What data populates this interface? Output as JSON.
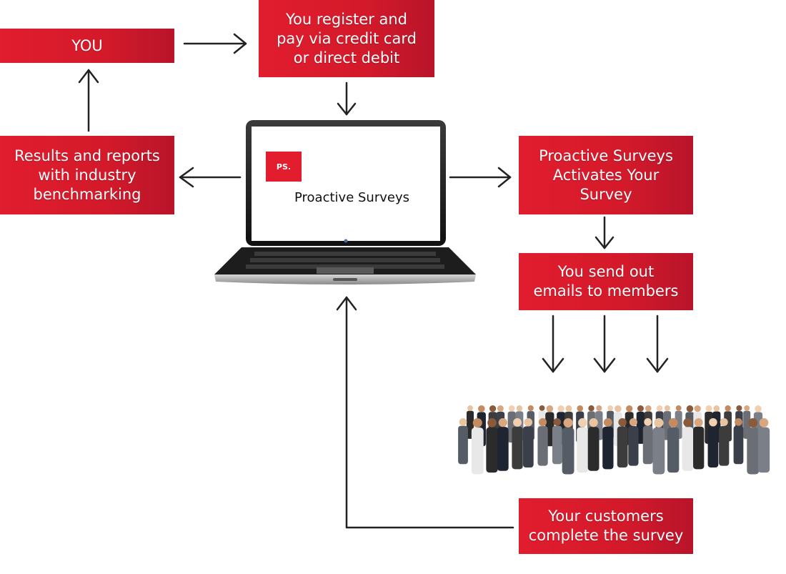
{
  "nodes": {
    "you": "YOU",
    "register": "You register and\npay via credit card\nor direct debit",
    "results": "Results and reports\nwith industry\nbenchmarking",
    "activates": "Proactive Surveys\nActivates Your\nSurvey",
    "send_emails": "You send out\nemails to members",
    "customers": "Your customers\ncomplete the survey"
  },
  "laptop": {
    "logo_text": "PS.",
    "screen_title": "Proactive Surveys"
  },
  "colors": {
    "box_red": "#e11d2e",
    "arrow": "#222222"
  }
}
